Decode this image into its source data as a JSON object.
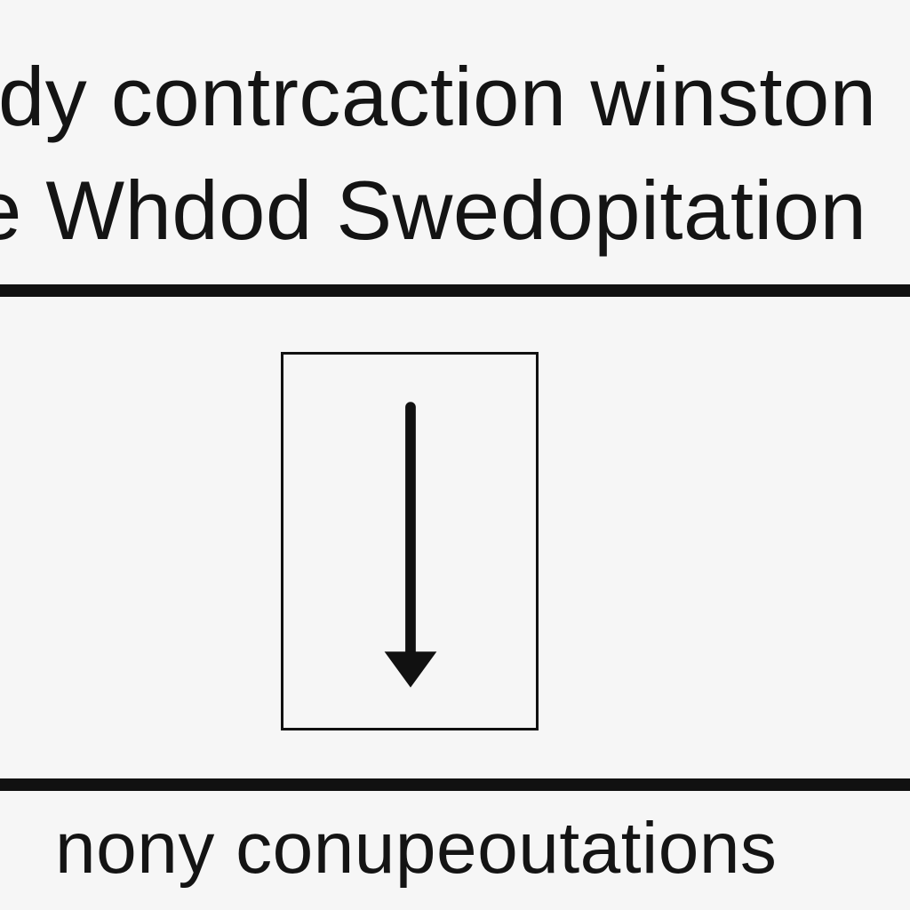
{
  "header": {
    "line1": "dy contrcaction winston",
    "line2": "e Whdod Swedopitation"
  },
  "diagram": {
    "arrow_direction": "down",
    "stroke_color": "#111111"
  },
  "footer": {
    "text": "nony conupeoutations"
  },
  "colors": {
    "background": "#f6f6f6",
    "ink": "#141414"
  }
}
